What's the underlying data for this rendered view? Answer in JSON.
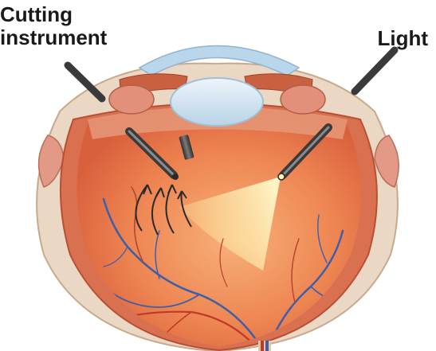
{
  "labels": {
    "cutting_line1": "Cutting",
    "cutting_line2": "instrument",
    "light": "Light"
  },
  "colors": {
    "background": "#ffffff",
    "sclera": "#ead7c4",
    "choroid": "#d86a4a",
    "vitreous": "#f08a5a",
    "cornea": "#b9d6ea",
    "lens": "#d5e6f2",
    "light_beam": "#fff3a0",
    "instrument": "#4a4a4a",
    "vessel_red": "#c0392b",
    "vessel_blue": "#3d5fa8"
  }
}
